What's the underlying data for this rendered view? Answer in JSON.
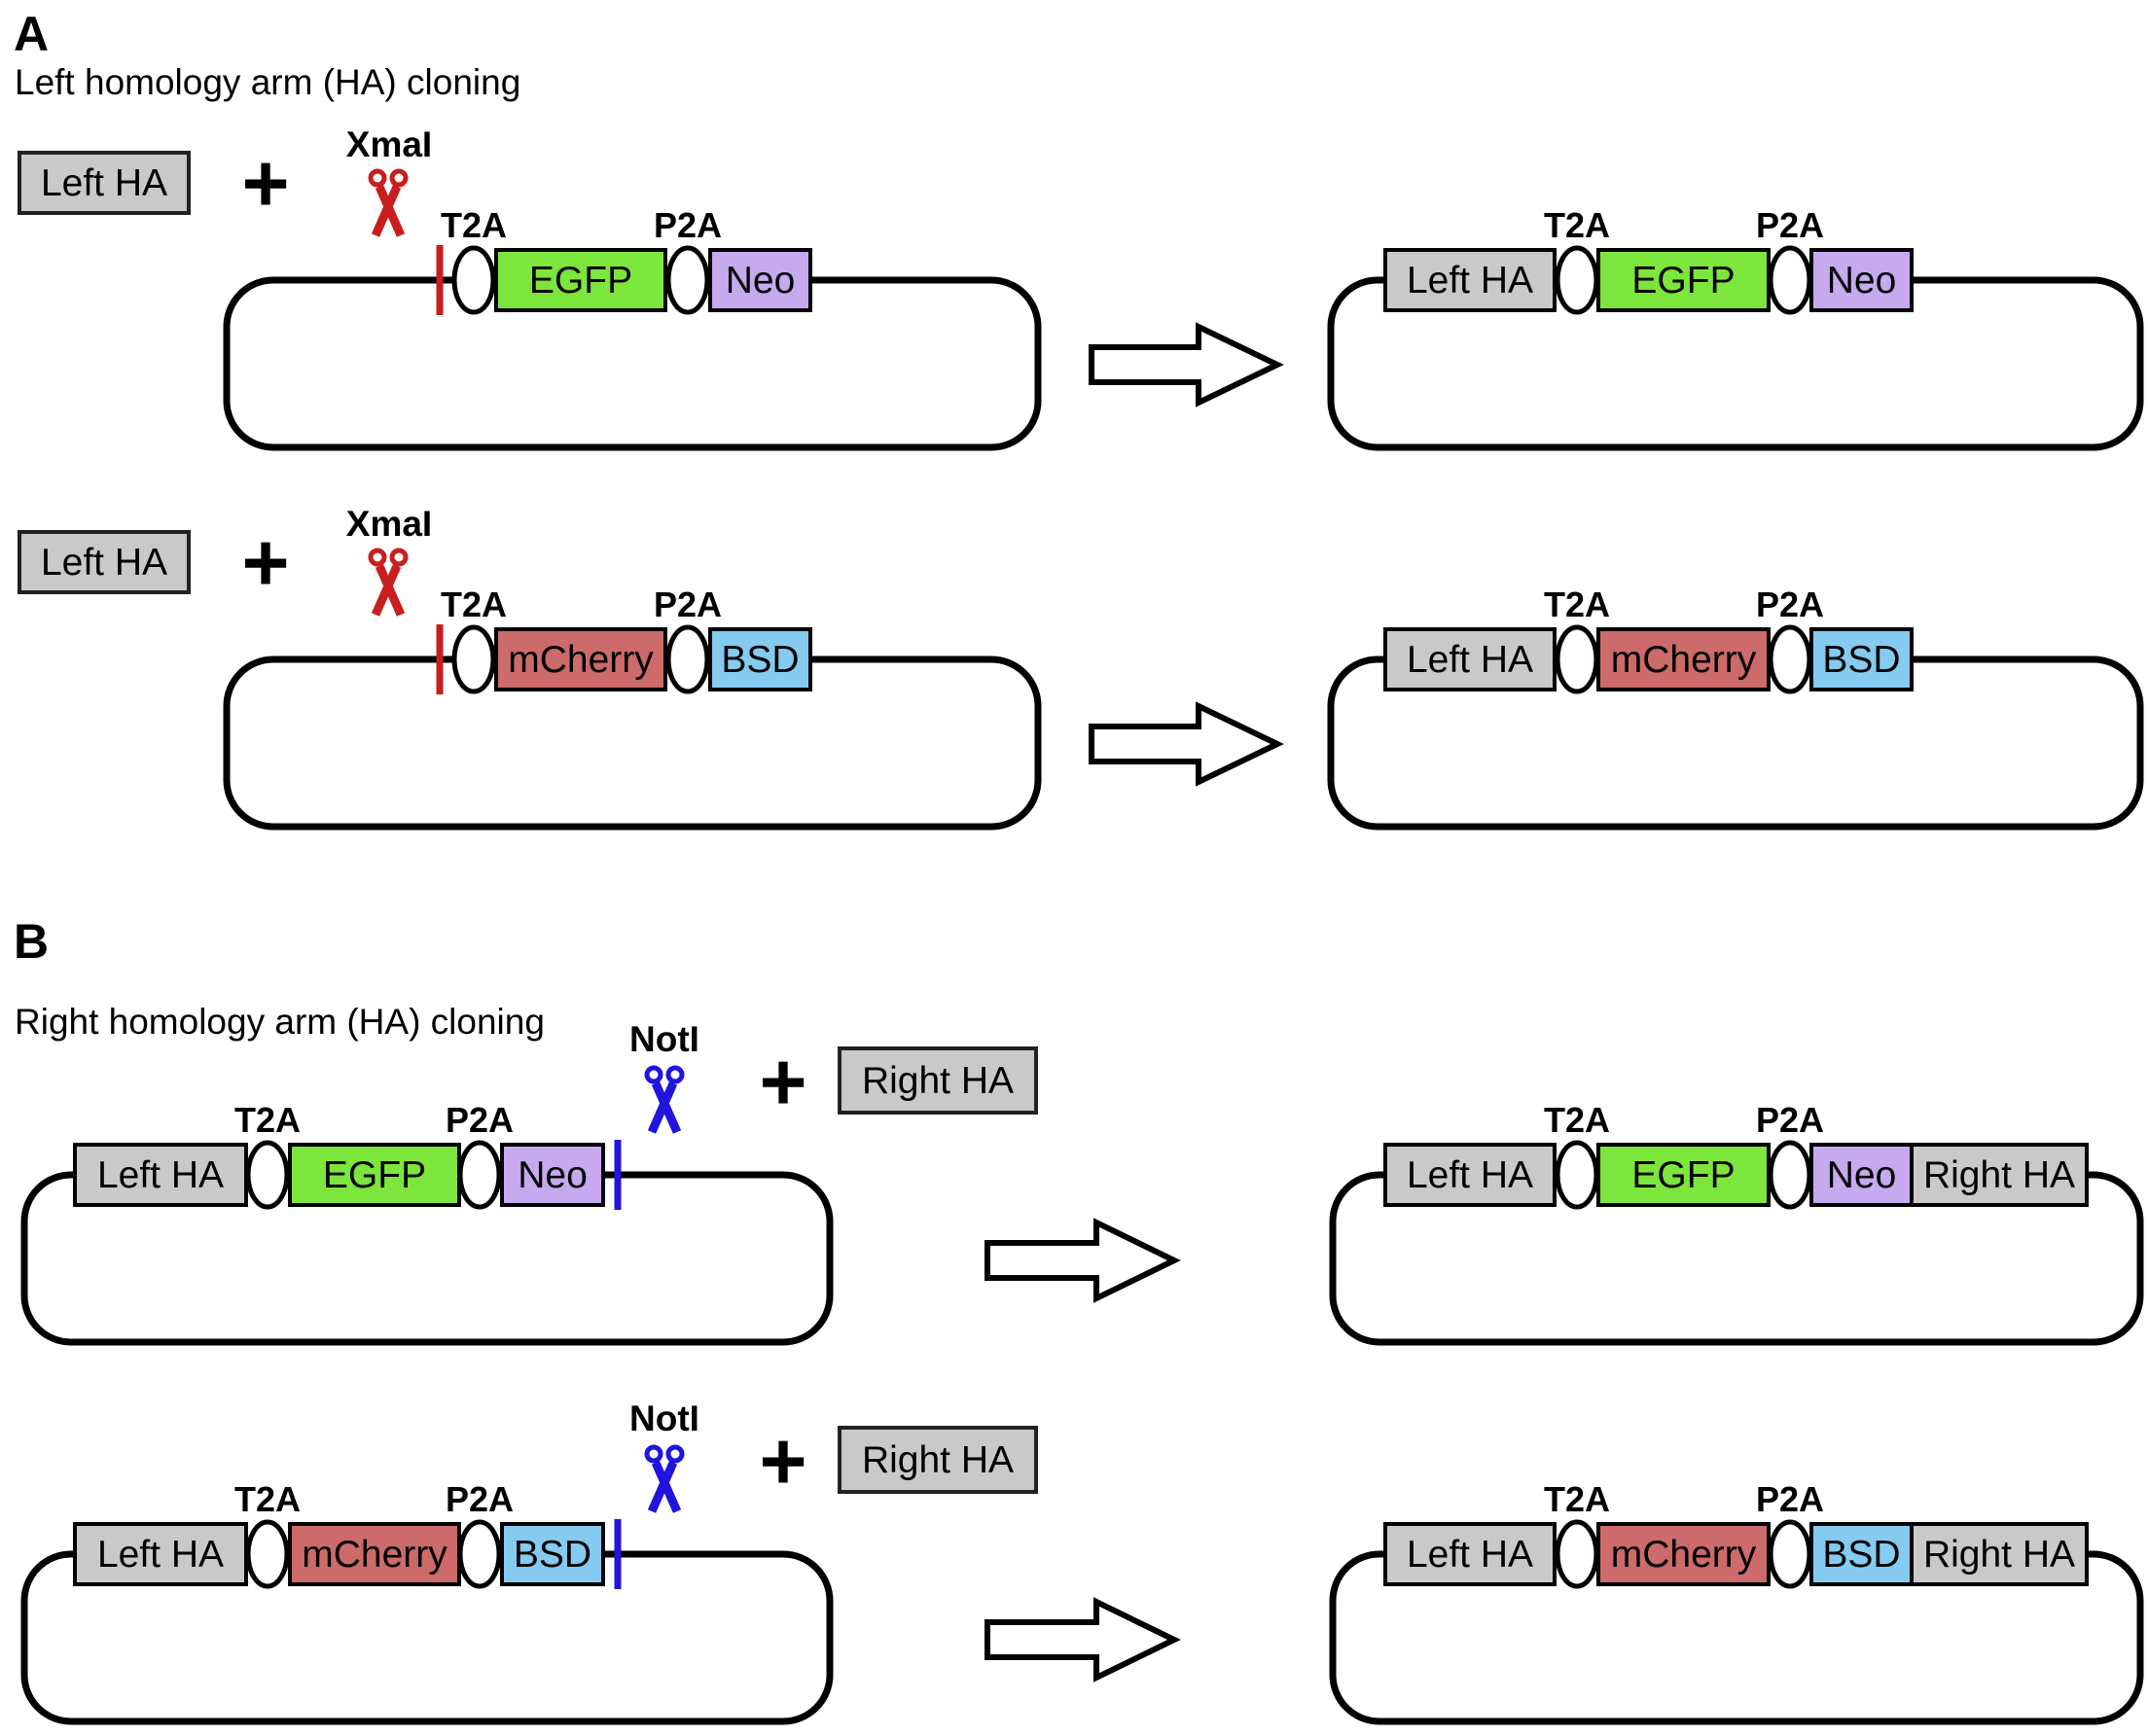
{
  "colors": {
    "gray": "#c9c9c9",
    "egfp": "#7de63c",
    "neo": "#c6a9ee",
    "mcherry": "#cd6a6a",
    "bsd": "#85cbf0",
    "xmai_red": "#c81e1e",
    "noti_blue": "#2015dd",
    "outline": "#000000"
  },
  "panels": [
    {
      "label": "A",
      "title": "Left homology arm (HA) cloning"
    },
    {
      "label": "B",
      "title": "Right homology arm (HA) cloning"
    }
  ],
  "rows": [
    {
      "panel": "A",
      "plus": "+",
      "enzyme": {
        "name": "XmaI",
        "color": "#c81e1e"
      },
      "insert": {
        "label": "Left HA",
        "side": "left"
      },
      "before": {
        "cassette": [
          {
            "type": "cut"
          },
          {
            "type": "linker",
            "label": "T2A"
          },
          {
            "type": "gene",
            "label": "EGFP",
            "color_key": "egfp"
          },
          {
            "type": "linker",
            "label": "P2A"
          },
          {
            "type": "gene",
            "label": "Neo",
            "color_key": "neo"
          }
        ]
      },
      "after": {
        "cassette": [
          {
            "type": "gene",
            "label": "Left HA",
            "color_key": "gray"
          },
          {
            "type": "linker",
            "label": "T2A"
          },
          {
            "type": "gene",
            "label": "EGFP",
            "color_key": "egfp"
          },
          {
            "type": "linker",
            "label": "P2A"
          },
          {
            "type": "gene",
            "label": "Neo",
            "color_key": "neo"
          }
        ]
      }
    },
    {
      "panel": "A",
      "plus": "+",
      "enzyme": {
        "name": "XmaI",
        "color": "#c81e1e"
      },
      "insert": {
        "label": "Left HA",
        "side": "left"
      },
      "before": {
        "cassette": [
          {
            "type": "cut"
          },
          {
            "type": "linker",
            "label": "T2A"
          },
          {
            "type": "gene",
            "label": "mCherry",
            "color_key": "mcherry"
          },
          {
            "type": "linker",
            "label": "P2A"
          },
          {
            "type": "gene",
            "label": "BSD",
            "color_key": "bsd"
          }
        ]
      },
      "after": {
        "cassette": [
          {
            "type": "gene",
            "label": "Left HA",
            "color_key": "gray"
          },
          {
            "type": "linker",
            "label": "T2A"
          },
          {
            "type": "gene",
            "label": "mCherry",
            "color_key": "mcherry"
          },
          {
            "type": "linker",
            "label": "P2A"
          },
          {
            "type": "gene",
            "label": "BSD",
            "color_key": "bsd"
          }
        ]
      }
    },
    {
      "panel": "B",
      "plus": "+",
      "enzyme": {
        "name": "NotI",
        "color": "#2015dd"
      },
      "insert": {
        "label": "Right HA",
        "side": "right"
      },
      "before": {
        "cassette": [
          {
            "type": "gene",
            "label": "Left HA",
            "color_key": "gray"
          },
          {
            "type": "linker",
            "label": "T2A"
          },
          {
            "type": "gene",
            "label": "EGFP",
            "color_key": "egfp"
          },
          {
            "type": "linker",
            "label": "P2A"
          },
          {
            "type": "gene",
            "label": "Neo",
            "color_key": "neo"
          },
          {
            "type": "cut"
          }
        ]
      },
      "after": {
        "cassette": [
          {
            "type": "gene",
            "label": "Left HA",
            "color_key": "gray"
          },
          {
            "type": "linker",
            "label": "T2A"
          },
          {
            "type": "gene",
            "label": "EGFP",
            "color_key": "egfp"
          },
          {
            "type": "linker",
            "label": "P2A"
          },
          {
            "type": "gene",
            "label": "Neo",
            "color_key": "neo"
          },
          {
            "type": "gene",
            "label": "Right HA",
            "color_key": "gray"
          }
        ]
      }
    },
    {
      "panel": "B",
      "plus": "+",
      "enzyme": {
        "name": "NotI",
        "color": "#2015dd"
      },
      "insert": {
        "label": "Right HA",
        "side": "right"
      },
      "before": {
        "cassette": [
          {
            "type": "gene",
            "label": "Left HA",
            "color_key": "gray"
          },
          {
            "type": "linker",
            "label": "T2A"
          },
          {
            "type": "gene",
            "label": "mCherry",
            "color_key": "mcherry"
          },
          {
            "type": "linker",
            "label": "P2A"
          },
          {
            "type": "gene",
            "label": "BSD",
            "color_key": "bsd"
          },
          {
            "type": "cut"
          }
        ]
      },
      "after": {
        "cassette": [
          {
            "type": "gene",
            "label": "Left HA",
            "color_key": "gray"
          },
          {
            "type": "linker",
            "label": "T2A"
          },
          {
            "type": "gene",
            "label": "mCherry",
            "color_key": "mcherry"
          },
          {
            "type": "linker",
            "label": "P2A"
          },
          {
            "type": "gene",
            "label": "BSD",
            "color_key": "bsd"
          },
          {
            "type": "gene",
            "label": "Right HA",
            "color_key": "gray"
          }
        ]
      }
    }
  ]
}
